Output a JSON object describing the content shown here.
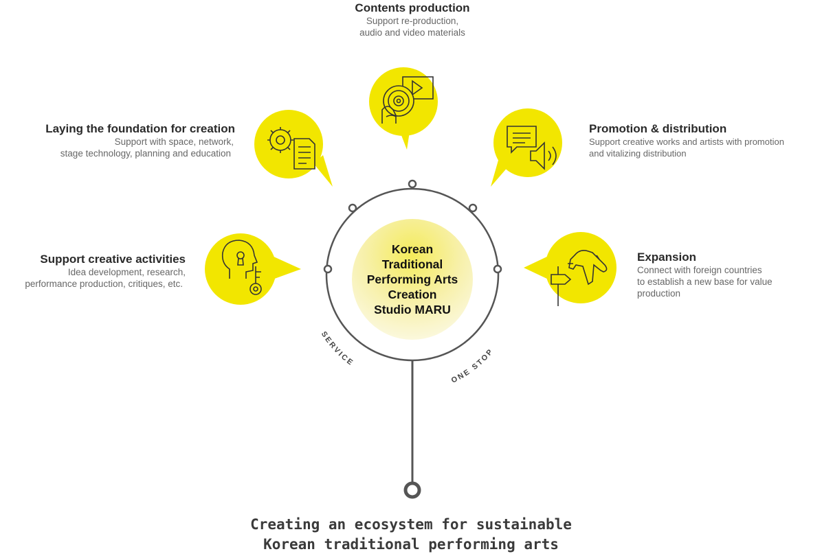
{
  "hub": {
    "lines": [
      "Korean",
      "Traditional",
      "Performing Arts",
      "Creation",
      "Studio MARU"
    ]
  },
  "ring_labels": {
    "left": "SERVICE",
    "right": "ONE STOP"
  },
  "colors": {
    "accent": "#f2e600",
    "ring": "#555555",
    "text": "#2a2a2a",
    "muted": "#666666"
  },
  "nodes": [
    {
      "id": "contents",
      "icon": "disc-video-icon",
      "title": "Contents production",
      "desc": [
        "Support re-production,",
        "audio and video materials"
      ]
    },
    {
      "id": "foundation",
      "icon": "gear-document-icon",
      "title": "Laying the foundation for creation",
      "desc": [
        "Support with space, network,",
        "stage technology, planning and education"
      ]
    },
    {
      "id": "promotion",
      "icon": "chat-speaker-icon",
      "title": "Promotion & distribution",
      "desc": [
        "Support creative works and artists with promotion",
        "and vitalizing distribution"
      ]
    },
    {
      "id": "creative",
      "icon": "head-key-icon",
      "title": "Support creative activities",
      "desc": [
        "Idea development, research,",
        "performance production, critiques, etc."
      ]
    },
    {
      "id": "expansion",
      "icon": "airplane-signpost-icon",
      "title": "Expansion",
      "desc": [
        "Connect with foreign countries",
        "to establish a new base for value",
        "production"
      ]
    }
  ],
  "footer": {
    "lines": [
      "Creating an ecosystem for sustainable",
      "Korean traditional performing arts"
    ]
  }
}
